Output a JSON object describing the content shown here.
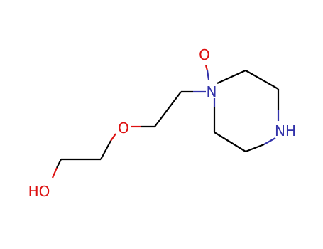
{
  "molecule": {
    "atoms": {
      "oxide_oxygen": {
        "label": "O",
        "color": "#dd1111"
      },
      "n_oxide": {
        "label": "N",
        "color": "#3333aa"
      },
      "amine_nh": {
        "label": "NH",
        "color": "#3333aa"
      },
      "ether_oxygen": {
        "label": "O",
        "color": "#dd1111"
      },
      "hydroxyl": {
        "label": "HO",
        "color": "#dd1111"
      }
    },
    "bond_colors": {
      "carbon": "#000000",
      "nitrogen": "#3333aa",
      "oxygen": "#dd1111"
    }
  }
}
